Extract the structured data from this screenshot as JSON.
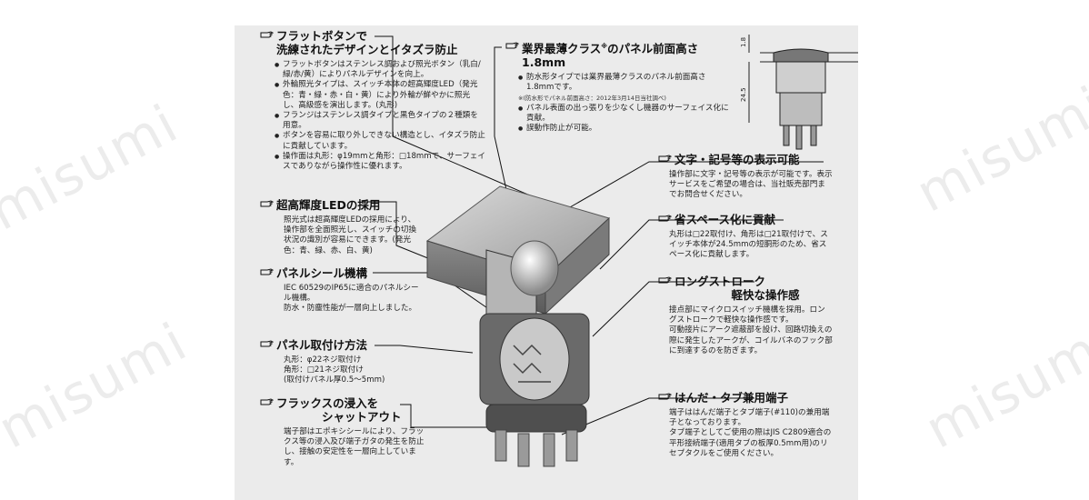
{
  "watermark": "misumi",
  "sections": {
    "flat_button": {
      "title": "フラットボタンで\n洗練されたデザインとイタズラ防止",
      "bullets": [
        "フラットボタンはステンレス調および照光ボタン（乳白/緑/赤/黄）によりパネルデザインを向上。",
        "外輪照光タイプは、スイッチ本体の超高輝度LED（発光色：青・緑・赤・白・黄）により外輪が鮮やかに照光し、高級感を演出します。(丸形)",
        "フランジはステンレス調タイプと黒色タイプの２種類を用意。",
        "ボタンを容易に取り外しできない構造とし、イタズラ防止に貢献しています。",
        "操作面は丸形：φ19mmと角形：□18mmで、サーフェイスでありながら操作性に優れます。"
      ]
    },
    "thinnest": {
      "title": "業界最薄クラス",
      "title_sup": "※",
      "title_rest": "のパネル前面高さ1.8mm",
      "bullet1": "防水形タイプでは業界最薄クラスのパネル前面高さ1.8mmです。",
      "note": "※(防水形でパネル前面高さ：2012年3月14日当社調べ)",
      "bullets_rest": [
        "パネル表面の出っ張りを少なくし機器のサーフェイス化に貢献。",
        "誤動作防止が可能。"
      ]
    },
    "led": {
      "title": "超高輝度LEDの採用",
      "body": "照光式は超高輝度LEDの採用により、操作部を全面照光し、スイッチの切換状況の識別が容易にできます。(発光色：青、緑、赤、白、黄)"
    },
    "panel_seal": {
      "title": "パネルシール機構",
      "body": "IEC 60529のIP65に適合のパネルシール機構。\n防水・防塵性能が一層向上しました。"
    },
    "mounting": {
      "title": "パネル取付け方法",
      "body": "丸形：φ22ネジ取付け\n角形：□21ネジ取付け\n(取付けパネル厚0.5～5mm)"
    },
    "flux": {
      "title": "フラックスの浸入を\n　　　　シャットアウト",
      "body": "端子部はエポキシシールにより、フラックス等の浸入及び端子ガタの発生を防止し、接触の安定性を一層向上しています。"
    },
    "display": {
      "title": "文字・記号等の表示可能",
      "body": "操作部に文字・記号等の表示が可能です。表示サービスをご希望の場合は、当社販売部門までお問合せください。"
    },
    "space": {
      "title": "省スペース化に貢献",
      "body": "丸形は□22取付け、角形は□21取付けで、スイッチ本体が24.5mmの短胴形のため、省スペース化に貢献します。"
    },
    "long_stroke": {
      "title": "ロングストローク\n　　　　　軽快な操作感",
      "body": "接点部にマイクロスイッチ機構を採用。ロングストロークで軽快な操作感です。\n可動接片にアーク遮蔽部を設け、回路切換えの際に発生したアークが、コイルバネのフック部に到達するのを防ぎます。"
    },
    "terminal": {
      "title": "はんだ・タブ兼用端子",
      "body": "端子ははんだ端子とタブ端子(#110)の兼用端子となっております。\nタブ端子としてご使用の際はJIS C2809適合の平形接続端子(適用タブの板厚0.5mm用)のリセプタクルをご使用ください。"
    }
  },
  "dimensions": {
    "top": "1.8",
    "body": "24.5"
  }
}
